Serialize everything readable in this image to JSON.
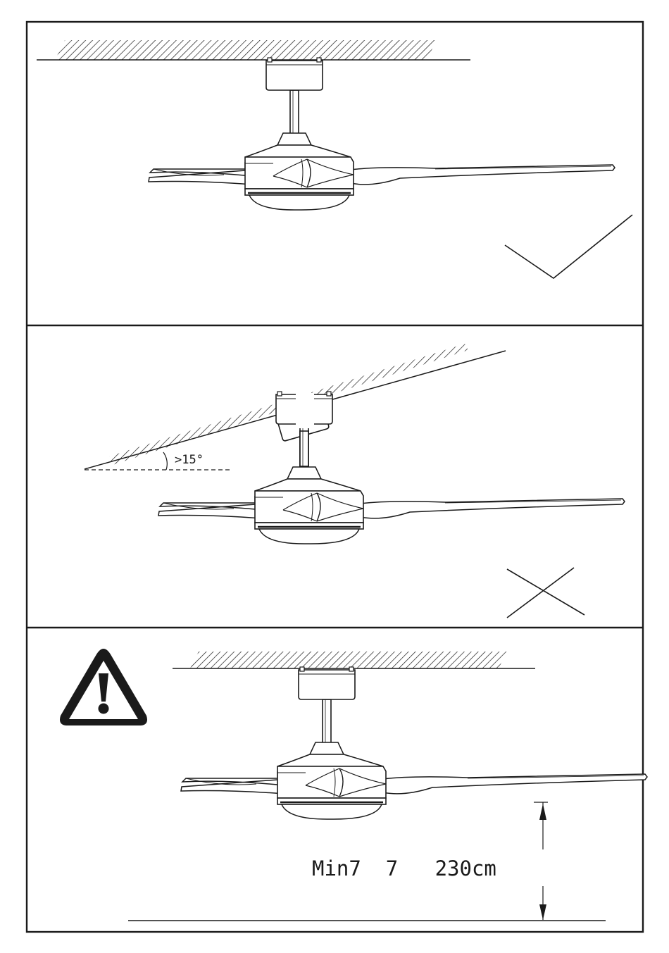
{
  "panels": [
    {
      "id": "flat-ceiling",
      "verdict": "correct",
      "verdict_icon": "check-mark-icon"
    },
    {
      "id": "sloped-ceiling",
      "verdict": "incorrect",
      "verdict_icon": "cross-mark-icon",
      "angle_label": ">15°"
    },
    {
      "id": "minimum-height",
      "verdict": "warning",
      "verdict_icon": "warning-triangle-icon",
      "height_label": "Min7  7   230cm"
    }
  ]
}
